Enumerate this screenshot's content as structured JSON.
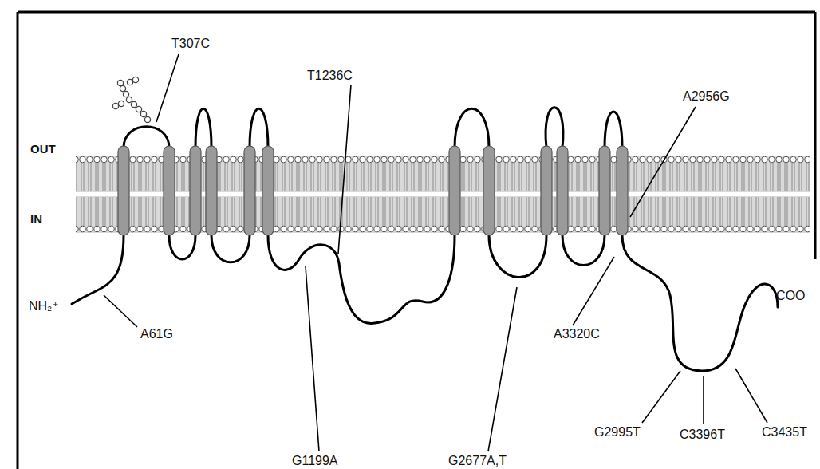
{
  "diagram": {
    "labels": [
      "OUT",
      "IN",
      "NH₂⁺",
      "T307C",
      "T1236C",
      "A2956G",
      "A61G",
      "G1199A",
      "G2677A,T",
      "A3320C",
      "G2995T",
      "C3396T",
      "C3435T",
      "COO⁻"
    ]
  }
}
